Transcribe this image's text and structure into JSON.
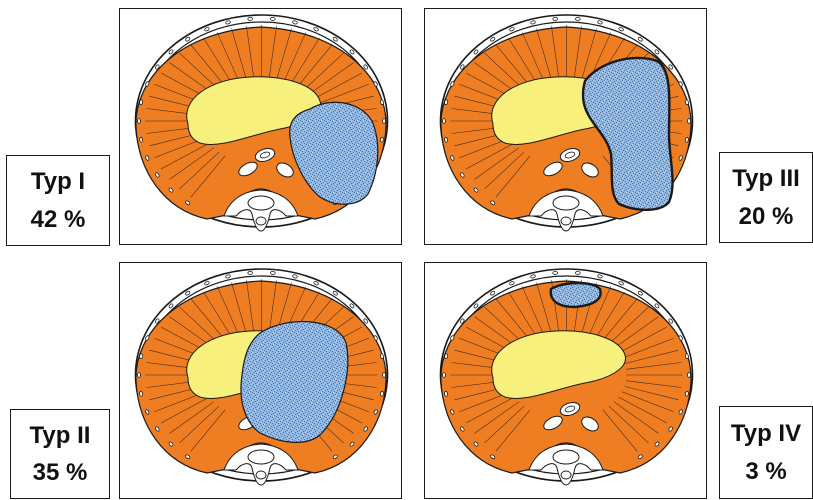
{
  "colors": {
    "muscle": "#ef7d22",
    "liver": "#f8f07c",
    "tumor": "#8fb8e6",
    "outline": "#1a1a1a"
  },
  "panels": [
    {
      "type": "Typ I",
      "percent": "42 %"
    },
    {
      "type": "Typ III",
      "percent": "20 %"
    },
    {
      "type": "Typ II",
      "percent": "35 %"
    },
    {
      "type": "Typ IV",
      "percent": "3 %"
    }
  ]
}
